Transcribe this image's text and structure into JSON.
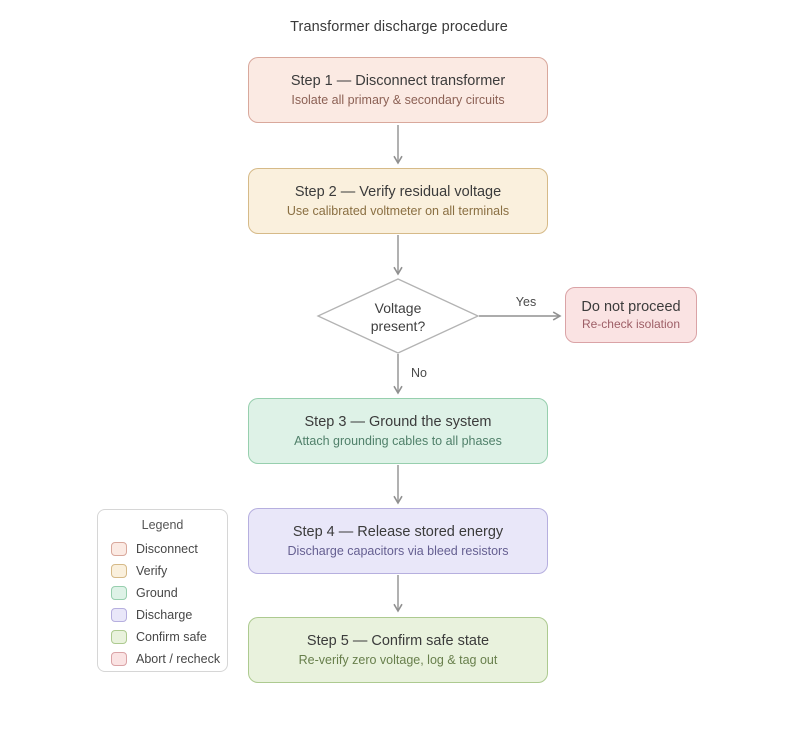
{
  "diagram": {
    "type": "flowchart",
    "title": "Transformer discharge procedure"
  },
  "steps": [
    {
      "title": "Step 1 — Disconnect transformer",
      "subtitle": "Isolate all primary & secondary circuits",
      "category": "Disconnect",
      "fill": "#fbeae3",
      "border": "#d9a89c",
      "subtitle_color": "#8c6155"
    },
    {
      "title": "Step 2 — Verify residual voltage",
      "subtitle": "Use calibrated voltmeter on all terminals",
      "category": "Verify",
      "fill": "#faf0dd",
      "border": "#d6ba88",
      "subtitle_color": "#8a6f42"
    },
    {
      "title": "Step 3 — Ground the system",
      "subtitle": "Attach grounding cables to all phases",
      "category": "Ground",
      "fill": "#def2e7",
      "border": "#97cfae",
      "subtitle_color": "#50806a"
    },
    {
      "title": "Step 4 — Release stored energy",
      "subtitle": "Discharge capacitors via bleed resistors",
      "category": "Discharge",
      "fill": "#e9e7f9",
      "border": "#b6afdf",
      "subtitle_color": "#655f91"
    },
    {
      "title": "Step 5 — Confirm safe state",
      "subtitle": "Re-verify zero voltage, log & tag out",
      "category": "Confirm safe",
      "fill": "#e9f2dd",
      "border": "#adca90",
      "subtitle_color": "#687f4c"
    }
  ],
  "decision": {
    "label": "Voltage present?",
    "line1": "Voltage",
    "line2": "present?"
  },
  "edges": {
    "yes": "Yes",
    "no": "No"
  },
  "abort": {
    "title": "Do not proceed",
    "subtitle": "Re-check isolation",
    "category": "Abort / recheck",
    "fill": "#fae3e3",
    "border": "#daa3a6",
    "subtitle_color": "#9d5e66"
  },
  "legend": {
    "title": "Legend",
    "items": [
      {
        "label": "Disconnect",
        "fill": "#fbeae3",
        "border": "#d9a89c"
      },
      {
        "label": "Verify",
        "fill": "#faf0dd",
        "border": "#d6ba88"
      },
      {
        "label": "Ground",
        "fill": "#def2e7",
        "border": "#97cfae"
      },
      {
        "label": "Discharge",
        "fill": "#e9e7f9",
        "border": "#b6afdf"
      },
      {
        "label": "Confirm safe",
        "fill": "#e9f2dd",
        "border": "#adca90"
      },
      {
        "label": "Abort / recheck",
        "fill": "#fae3e3",
        "border": "#daa3a6"
      }
    ]
  },
  "colors": {
    "arrow": "#909090",
    "diamond_border": "#b3b3b3",
    "diamond_fill": "#ffffff",
    "node_title_text": "#3b3b3b",
    "page_title_text": "#3a3a3a",
    "legend_border": "#d6d6d6",
    "background": "#ffffff"
  }
}
